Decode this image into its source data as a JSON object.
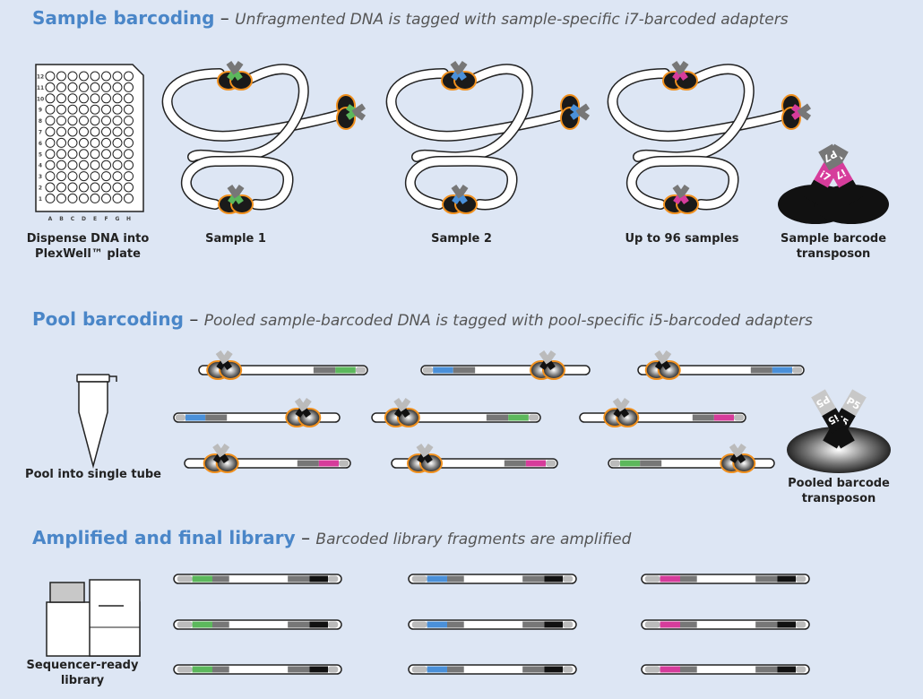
{
  "sections": {
    "sample": {
      "title": "Sample barcoding",
      "dash": "–",
      "subtitle": "Unfragmented DNA is tagged with sample-specific i7-barcoded adapters"
    },
    "pool": {
      "title": "Pool barcoding",
      "dash": "–",
      "subtitle": "Pooled sample-barcoded DNA is tagged with pool-specific i5-barcoded adapters"
    },
    "library": {
      "title": "Amplified and final library",
      "dash": "–",
      "subtitle": "Barcoded library fragments are amplified"
    }
  },
  "captions": {
    "plate_line1": "Dispense DNA into",
    "plate_line2": "PlexWell™ plate",
    "sample1": "Sample 1",
    "sample2": "Sample 2",
    "sample96": "Up to 96 samples",
    "sample_transposon_line1": "Sample barcode",
    "sample_transposon_line2": "transposon",
    "pool_tube": "Pool into single tube",
    "pooled_transposon_line1": "Pooled barcode",
    "pooled_transposon_line2": "transposon",
    "library_line1": "Sequencer-ready",
    "library_line2": "library"
  },
  "plate": {
    "rows": [
      "12",
      "11",
      "10",
      "9",
      "8",
      "7",
      "6",
      "5",
      "4",
      "3",
      "2",
      "1"
    ],
    "cols": [
      "A",
      "B",
      "C",
      "D",
      "E",
      "F",
      "G",
      "H"
    ]
  },
  "transposon_labels": {
    "p7": "P7",
    "i7": "i7",
    "p5": "P5",
    "i5": "i5"
  },
  "colors": {
    "background": "#dde6f4",
    "title_blue": "#4a86c8",
    "green_barcode": "#5cb85c",
    "blue_barcode": "#4a90d9",
    "magenta_barcode": "#d63c9b",
    "transposase_orange": "#f0901e",
    "transposase_dark": "#1a1a1a",
    "adapter_gray": "#777777",
    "adapter_light": "#bbbbbb",
    "p5_light": "#c8c8c8"
  }
}
